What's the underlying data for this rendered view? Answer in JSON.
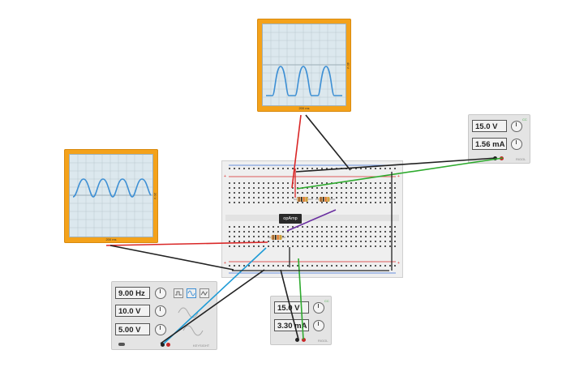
{
  "scope_top": {
    "time_per_div": "200 ms",
    "volts_per_div": "40 V"
  },
  "scope_left": {
    "time_per_div": "200 ms",
    "volts_per_div": "20 V"
  },
  "supply_right": {
    "voltage": "15.0 V",
    "current": "1.56 mA",
    "logo": "RIGOL",
    "led": "CC"
  },
  "supply_bottom": {
    "voltage": "15.0 V",
    "current": "3.30 mA",
    "logo": "RIGOL",
    "led": "CC"
  },
  "function_generator": {
    "frequency": "9.00 Hz",
    "amplitude": "10.0 V",
    "offset": "5.00 V",
    "waveforms": [
      "square-icon",
      "sine-icon",
      "triangle-icon"
    ],
    "logo": "KEYSIGHT"
  },
  "opamp": {
    "label": "opAmp"
  },
  "colors": {
    "scope_frame": "#f4a21a",
    "wire_red": "#d92626",
    "wire_black": "#222222",
    "wire_green": "#2eaa2e",
    "wire_blue": "#1e9bd6",
    "wire_purple": "#6a2fa0",
    "trace": "#3d8fd4"
  }
}
